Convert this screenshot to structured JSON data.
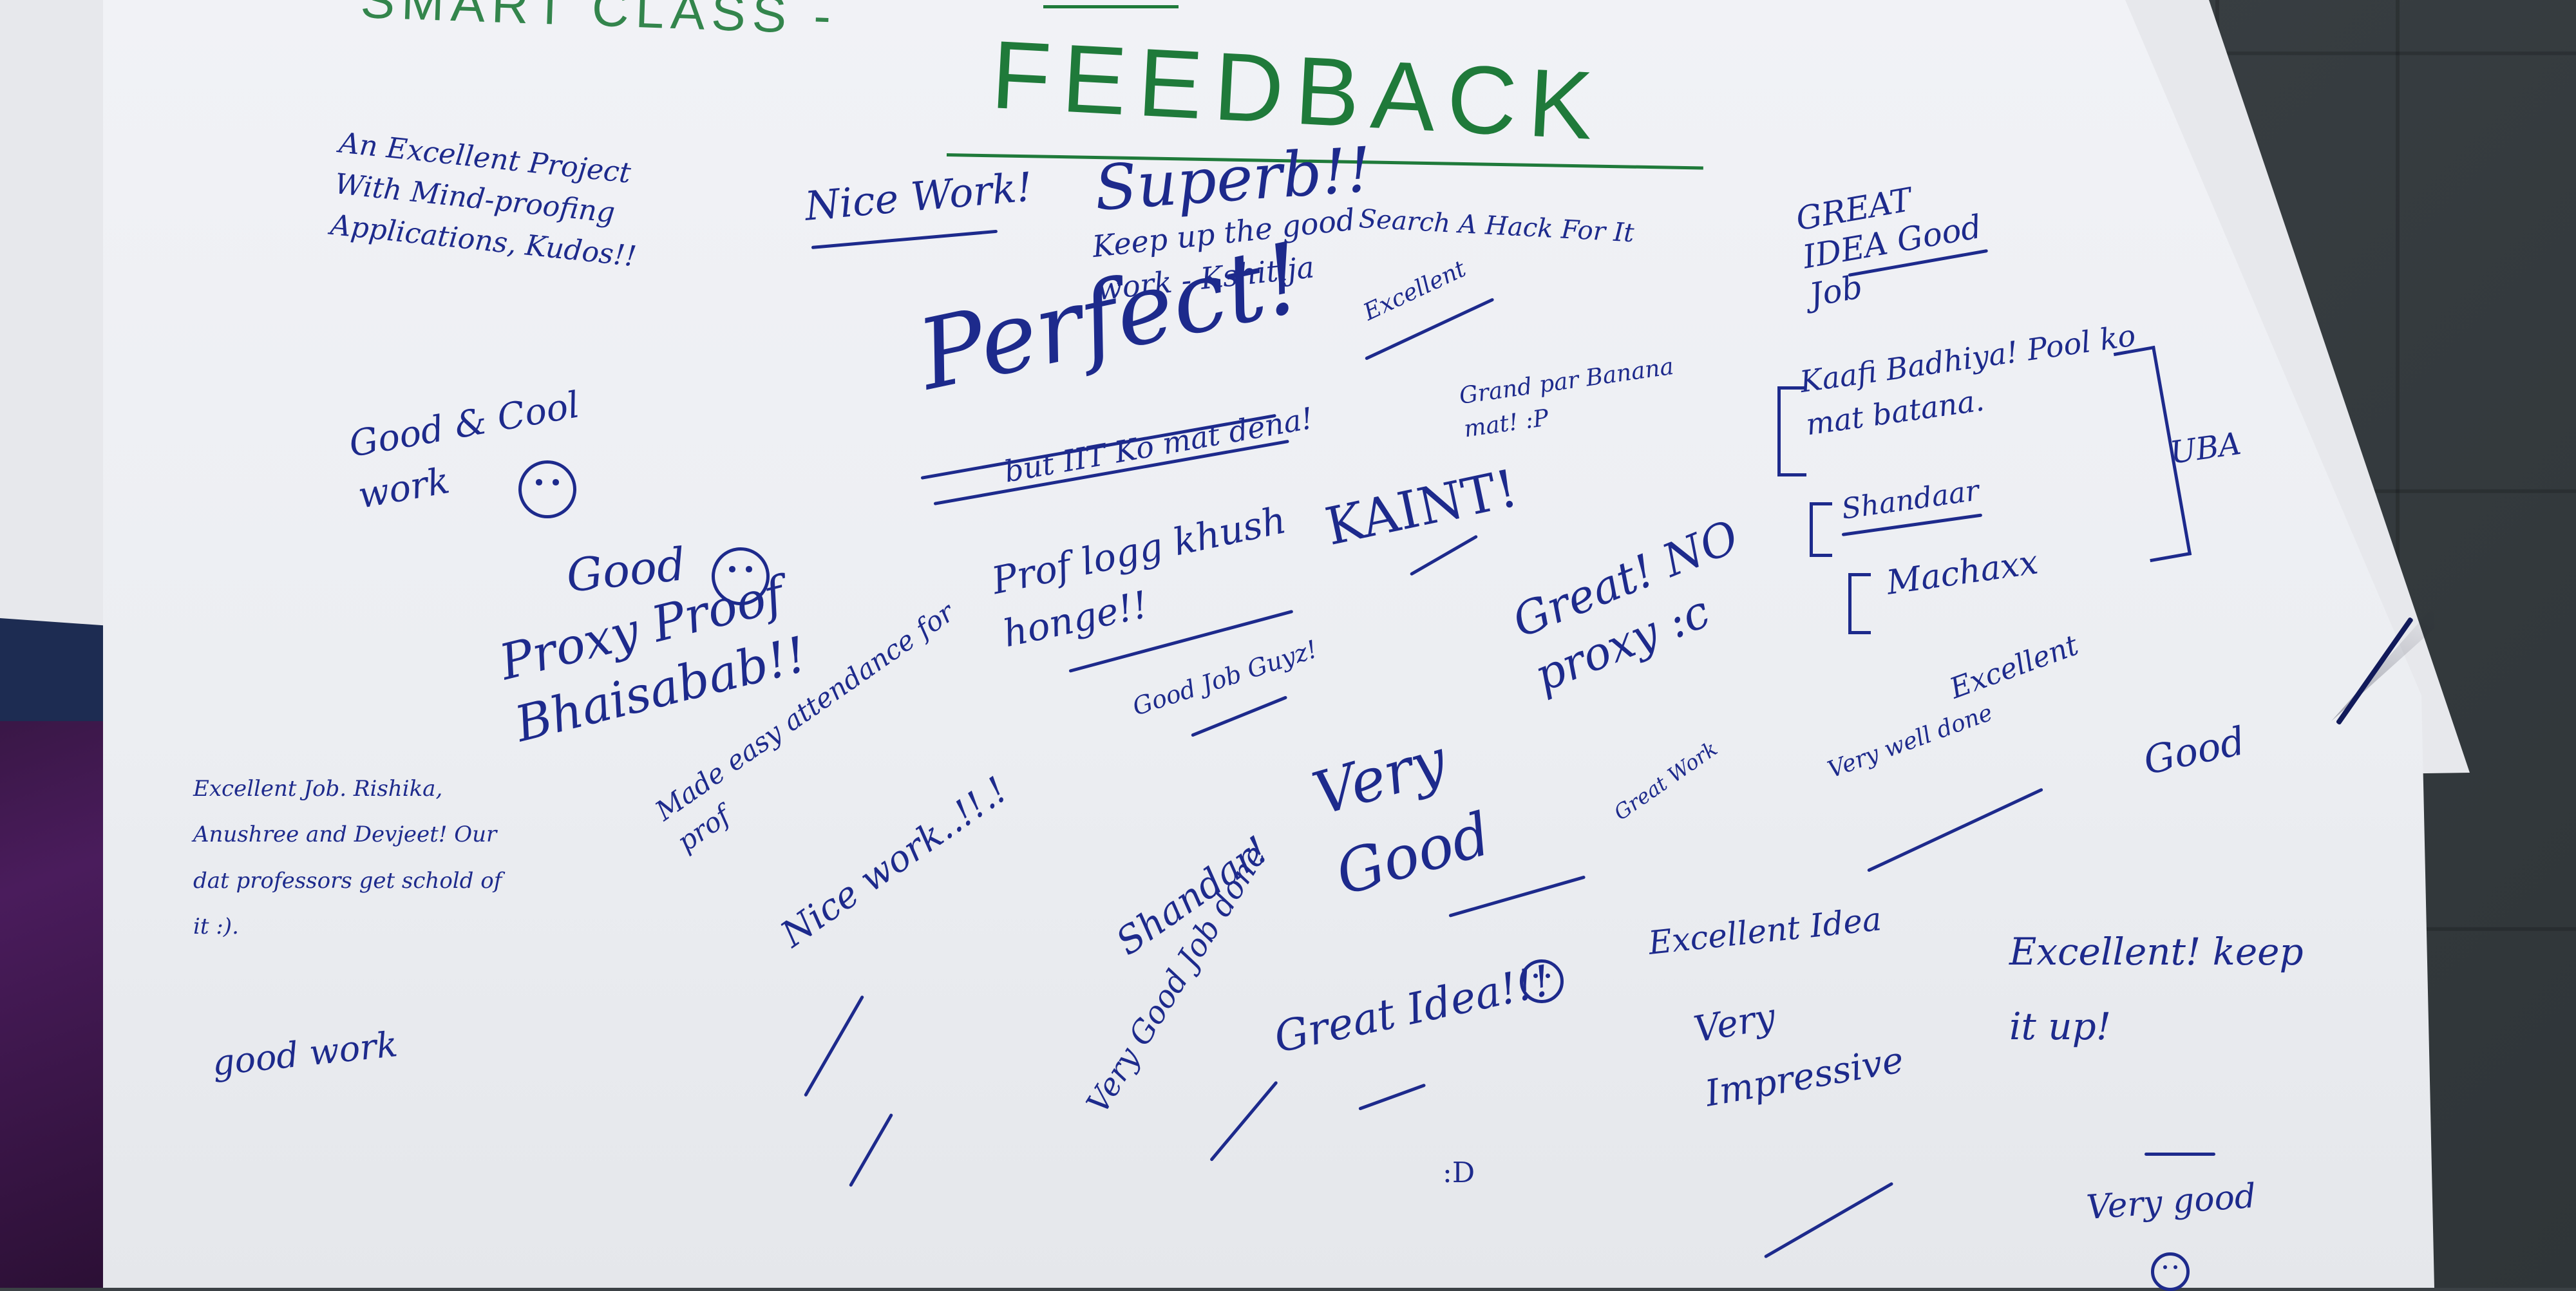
{
  "board": {
    "header_partial": "SMART CLASS -",
    "title": "FEEDBACK"
  },
  "notes": [
    {
      "id": "excellent-project",
      "text": "An Excellent Project With Mind-proofing Applications, Kudos!!"
    },
    {
      "id": "nice-work",
      "text": "Nice Work!"
    },
    {
      "id": "superb",
      "text": "Superb!!"
    },
    {
      "id": "keep-up",
      "text": "Keep up the good work - Kshitija"
    },
    {
      "id": "search-hack",
      "text": "Search A Hack For It"
    },
    {
      "id": "great-idea-top",
      "text": "GREAT IDEA Good Job"
    },
    {
      "id": "excellent-small",
      "text": "Excellent"
    },
    {
      "id": "perfect",
      "text": "Perfect!"
    },
    {
      "id": "iit",
      "text": "but IIT Ko mat dena!"
    },
    {
      "id": "good-cool",
      "text": "Good & Cool work"
    },
    {
      "id": "good-sun",
      "text": "Good"
    },
    {
      "id": "banana",
      "text": "Grand par Banana mat! :P"
    },
    {
      "id": "kaafi",
      "text": "Kaafi Badhiya! Pool ko mat batana."
    },
    {
      "id": "shandaar",
      "text": "Shandaar"
    },
    {
      "id": "machaxx",
      "text": "Machaxx"
    },
    {
      "id": "uba",
      "text": "UBA"
    },
    {
      "id": "kaint",
      "text": "KAINT!"
    },
    {
      "id": "prof-log",
      "text": "Prof logg khush honge!!"
    },
    {
      "id": "proxy-proof",
      "text": "Proxy Proof Bhaisabab!!"
    },
    {
      "id": "good-job-guys",
      "text": "Good Job Guyz!"
    },
    {
      "id": "great-no-proxy",
      "text": "Great! NO proxy :c"
    },
    {
      "id": "excellent-work-right",
      "text": "Excellent"
    },
    {
      "id": "excellent-job",
      "text": "Excellent Job. Rishika, Anushree and Devjeet! Our dat professors get schold of it :)."
    },
    {
      "id": "good-work-left",
      "text": "good work"
    },
    {
      "id": "attendance",
      "text": "Made easy attendance for prof"
    },
    {
      "id": "nice-work-2",
      "text": "Nice work..!!.!"
    },
    {
      "id": "very-good-mid",
      "text": "Very Good"
    },
    {
      "id": "great-work",
      "text": "Great Work"
    },
    {
      "id": "very-well-done",
      "text": "Very well done"
    },
    {
      "id": "good-right",
      "text": "Good"
    },
    {
      "id": "shandar",
      "text": "Shandar!"
    },
    {
      "id": "very-good-job",
      "text": "Very Good Job done"
    },
    {
      "id": "great-idea-smile",
      "text": "Great Idea!!!"
    },
    {
      "id": "excellent-idea",
      "text": "Excellent Idea"
    },
    {
      "id": "excellent-keep",
      "text": "Excellent! keep it up!"
    },
    {
      "id": "very-impressive",
      "text": "Very Impressive"
    },
    {
      "id": "very-good-bottom",
      "text": "Very good"
    },
    {
      "id": "smile",
      "text": ":D"
    }
  ]
}
